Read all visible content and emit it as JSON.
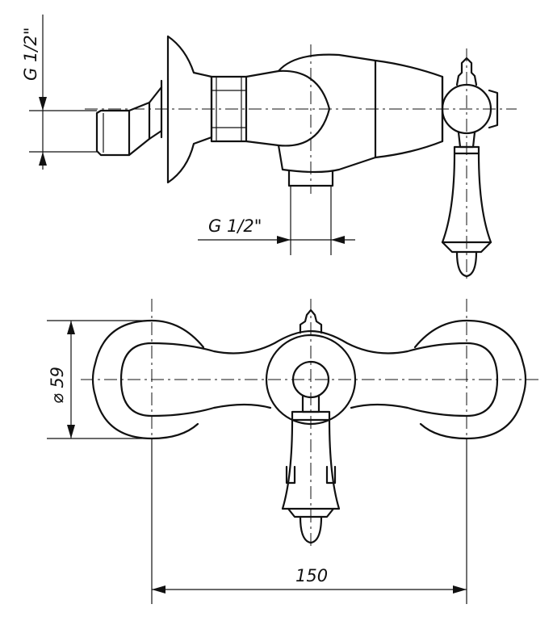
{
  "labels": {
    "thread_inlet": "G 1/2\"",
    "thread_outlet": "G 1/2\"",
    "diameter": "⌀ 59",
    "spacing": "150"
  },
  "colors": {
    "stroke": "#111111",
    "background": "#ffffff"
  }
}
